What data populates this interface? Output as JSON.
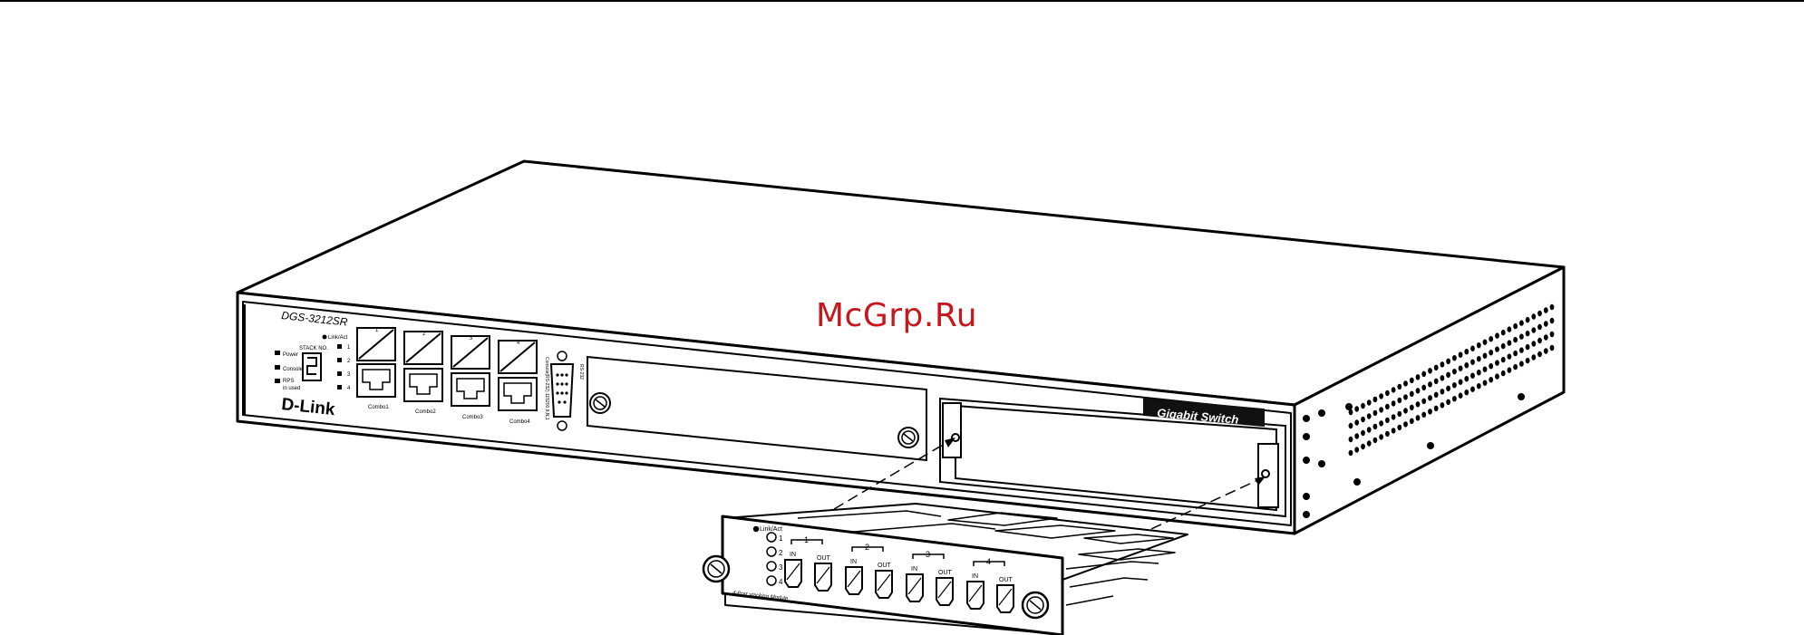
{
  "watermark": "McGrp.Ru",
  "switch": {
    "model": "DGS-3212SR",
    "brand": "D-Link",
    "badge": "Gigabit Switch",
    "leds": {
      "power": "Power",
      "console": "Console",
      "rps": "RPS",
      "rps_sub": "in used",
      "stack_no": "STACK NO.",
      "link_act": "Link/Act",
      "port_nums": [
        "1",
        "2",
        "3",
        "4"
      ]
    },
    "combo_top_nums": [
      "1",
      "2",
      "3",
      "4"
    ],
    "combo_labels": [
      "Combo1",
      "Combo2",
      "Combo3",
      "Combo4"
    ],
    "console_label": "Console(RS-232) 115200,8,N,1",
    "console_sub": "RS-232"
  },
  "module": {
    "link_act": "Link/Act",
    "led_nums": [
      "1",
      "2",
      "3",
      "4"
    ],
    "group_nums": [
      "1",
      "2",
      "3",
      "4"
    ],
    "in_label": "IN",
    "out_label": "OUT",
    "name": "4-Port stacking Module"
  },
  "colors": {
    "line": "#000000",
    "watermark": "#c8161d",
    "background": "#ffffff"
  }
}
